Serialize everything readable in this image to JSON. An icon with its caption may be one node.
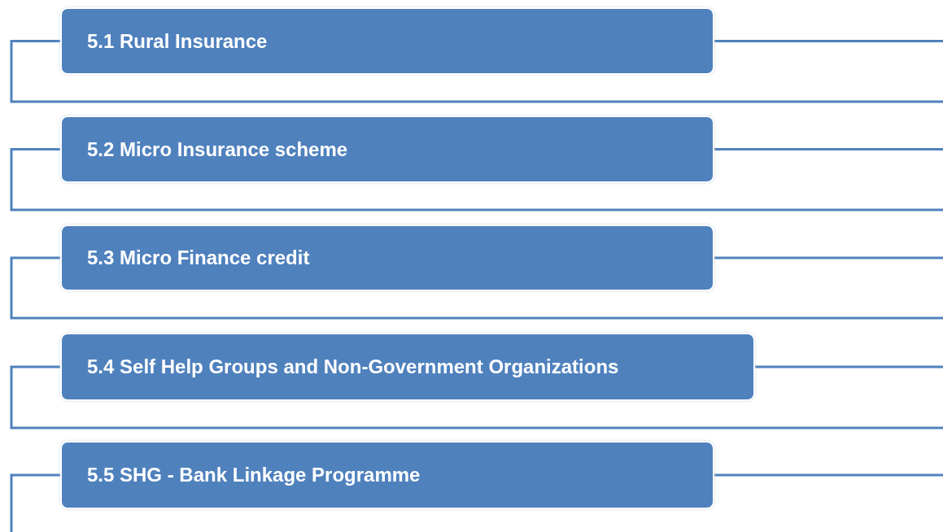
{
  "diagram": {
    "nodes": [
      {
        "text": [
          "5.1 Rural Insurance"
        ]
      },
      {
        "text": [
          "5.2 Micro Insurance scheme"
        ]
      },
      {
        "text": [
          "5.3 Micro Finance credit"
        ]
      },
      {
        "text": [
          "5.4 Self Help Groups and Non-Government Organizations"
        ]
      },
      {
        "text": [
          "5.5 SHG - Bank Linkage Programme"
        ]
      }
    ]
  }
}
